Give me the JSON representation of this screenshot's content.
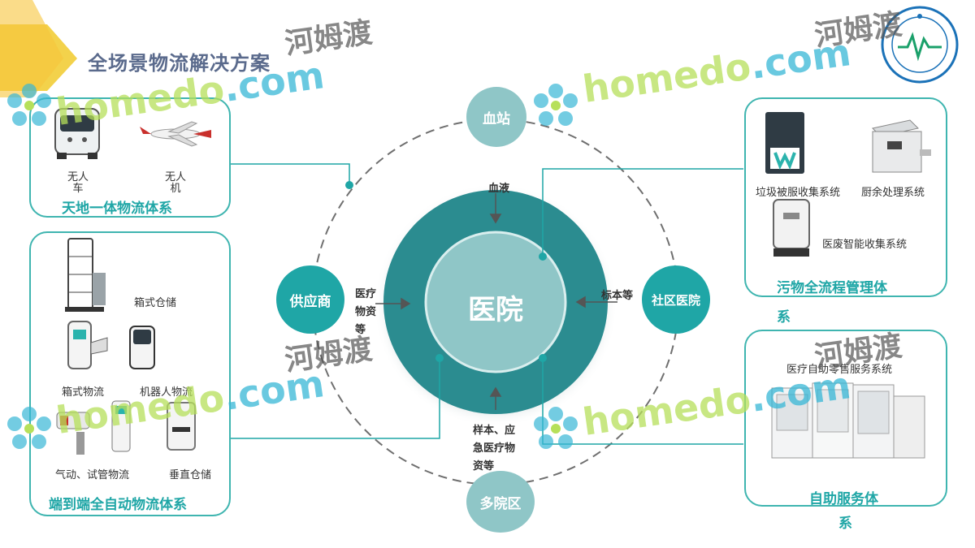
{
  "header": {
    "title": "全场景物流解决方案"
  },
  "center": {
    "label": "医院"
  },
  "nodes": {
    "top": "血站",
    "left": "供应商",
    "right": "社区医院",
    "bottom": "多院区"
  },
  "flows": {
    "from_top": "血液",
    "from_left": "医疗\n物资\n等",
    "from_right": "标本等",
    "from_bottom": "样本、应\n急医疗物\n资等"
  },
  "panels": {
    "top_left": {
      "label": "天地一体物流体系",
      "items": [
        "无人\n车",
        "无人\n机"
      ]
    },
    "bottom_left": {
      "label": "端到端全自动物流体系",
      "items": [
        "箱式仓储",
        "箱式物流",
        "机器人物流",
        "气动、试管物流",
        "垂直仓储"
      ]
    },
    "top_right": {
      "label": "污物全流程管理体",
      "label_wrap": "系",
      "items": [
        "垃圾被服收集系统",
        "厨余处理系统",
        "医废智能收集系统"
      ]
    },
    "bottom_right": {
      "label": "自助服务体",
      "label_wrap": "系",
      "items": [
        "医疗自助零售服务系统"
      ]
    }
  },
  "watermarks": {
    "en_prefix": "home",
    "en_mid": "do",
    "en_suffix": ".com",
    "cn": "河姆渡"
  },
  "colors": {
    "teal": "#3fb5b0",
    "teal_dark": "#148c8f",
    "node_fill": "#1fa6a6",
    "title": "#5a6a8c",
    "dashed": "#6f6f6f"
  }
}
